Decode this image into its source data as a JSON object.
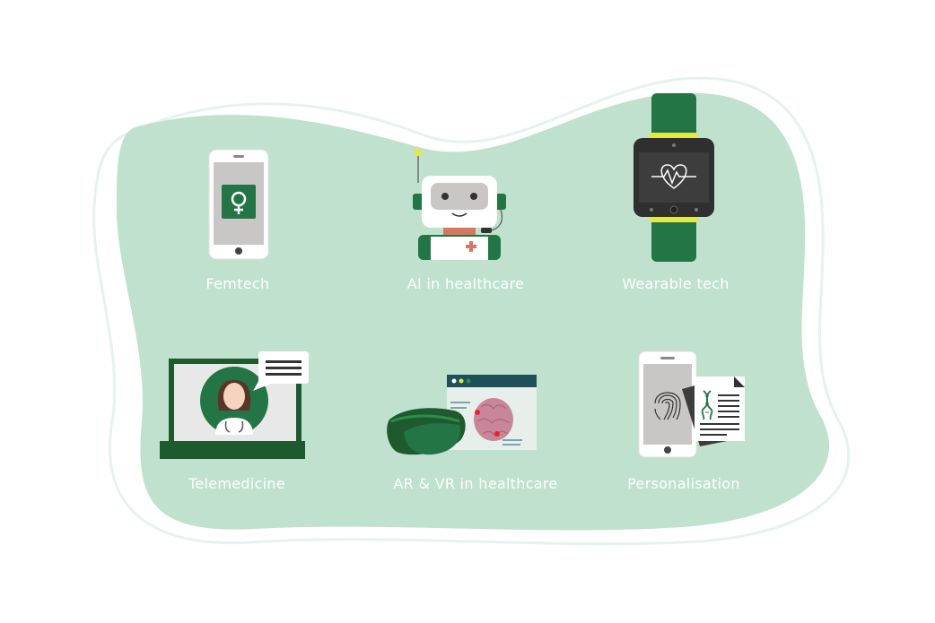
{
  "colors": {
    "background": "#ffffff",
    "blob_fill": "#bfe1cd",
    "blob_outline": "#e6f2ee",
    "brand_green": "#237545",
    "dark_green": "#1f5a2e",
    "device_gray": "#c9c7c5",
    "screen_dark": "#3d3d3d",
    "accent_yellow": "#e3e84a",
    "accent_red": "#e2242a",
    "label_text": "#ffffff"
  },
  "items": [
    {
      "label": "Femtech",
      "icon": "smartphone-female-symbol-icon"
    },
    {
      "label": "AI in healthcare",
      "icon": "robot-doctor-icon"
    },
    {
      "label": "Wearable tech",
      "icon": "smartwatch-heartbeat-icon"
    },
    {
      "label": "Telemedicine",
      "icon": "laptop-doctor-video-call-icon"
    },
    {
      "label": "AR & VR in healthcare",
      "icon": "vr-headset-brain-scan-icon"
    },
    {
      "label": "Personalisation",
      "icon": "phone-fingerprint-dna-document-icon"
    }
  ]
}
